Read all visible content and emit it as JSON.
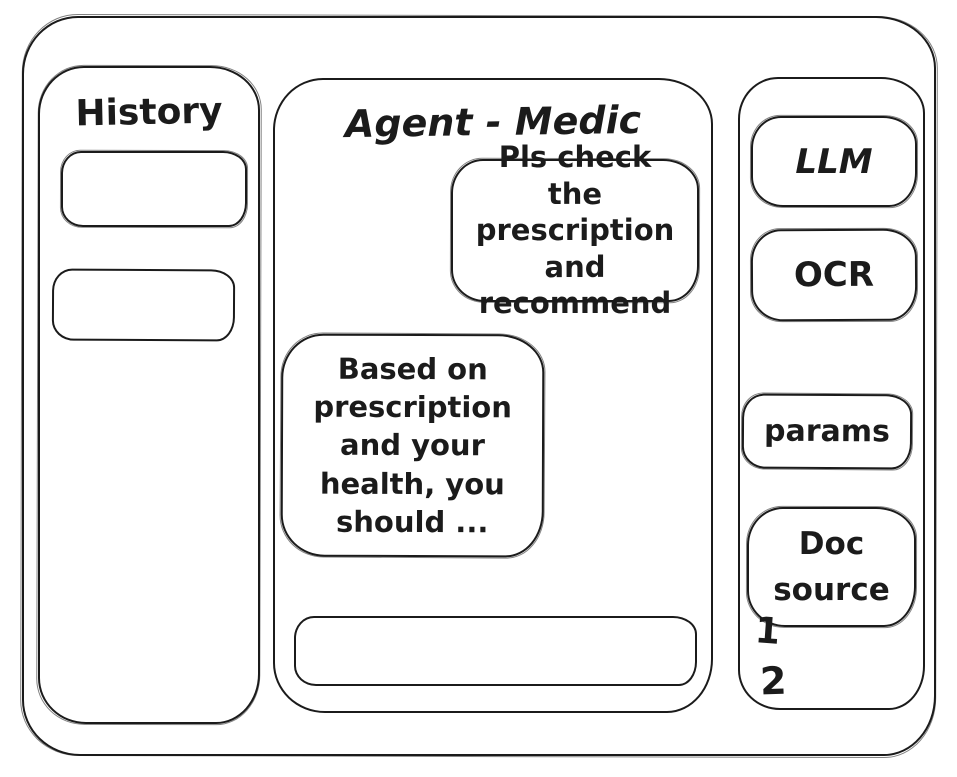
{
  "colors": {
    "stroke": "#1b1b1b",
    "background": "#ffffff"
  },
  "history_panel": {
    "title": "History",
    "items": [
      "",
      ""
    ]
  },
  "chat": {
    "title": "Agent - Medic",
    "messages": [
      {
        "role": "user",
        "text": "Pls check the prescription and recommend"
      },
      {
        "role": "agent",
        "text": "Based on prescription and your health, you should ..."
      }
    ],
    "input": {
      "value": ""
    }
  },
  "tools_panel": {
    "buttons": [
      {
        "label": "LLM"
      },
      {
        "label": "OCR"
      },
      {
        "label": "params"
      },
      {
        "label": "Doc source"
      }
    ],
    "doc_source_items": [
      "1",
      "2"
    ]
  }
}
